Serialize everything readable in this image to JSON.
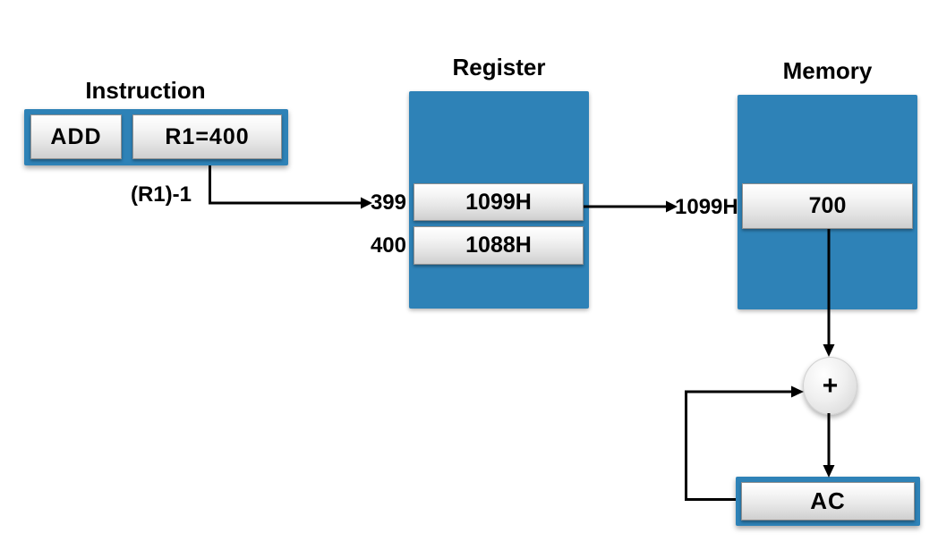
{
  "instruction": {
    "title": "Instruction",
    "opcode": "ADD",
    "operand": "R1=400",
    "decrement_label": "(R1)-1"
  },
  "register": {
    "title": "Register",
    "rows": [
      {
        "address": "399",
        "value": "1099H"
      },
      {
        "address": "400",
        "value": "1088H"
      }
    ]
  },
  "memory": {
    "title": "Memory",
    "address_label": "1099H",
    "cell_value": "700"
  },
  "adder": {
    "operator": "+"
  },
  "accumulator": {
    "label": "AC"
  },
  "colors": {
    "block_blue": "#2e82b7",
    "line_black": "#000000",
    "cell_gradient_top": "#ffffff",
    "cell_gradient_bottom": "#cfcfcf"
  }
}
